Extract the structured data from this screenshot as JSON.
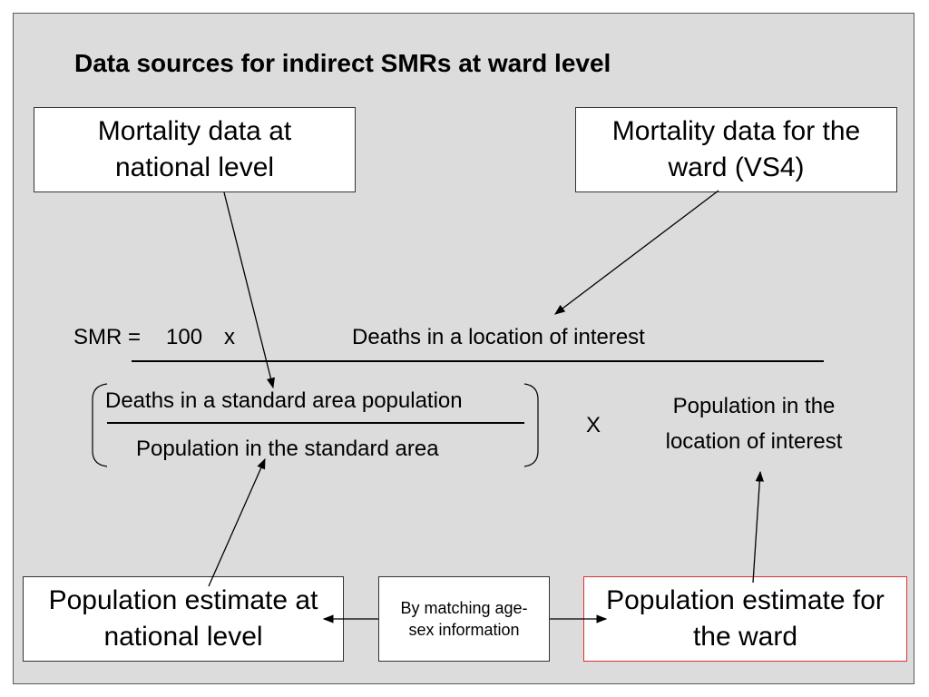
{
  "title": "Data sources for indirect SMRs at ward level",
  "boxes": {
    "mortality_national": "Mortality data at national level",
    "mortality_ward": "Mortality data for the ward (VS4)",
    "population_national": "Population estimate at national level",
    "matching": "By matching age-sex information",
    "population_ward": "Population estimate for the ward"
  },
  "formula": {
    "smr_label": "SMR =",
    "multiplier": "100",
    "times_symbol": "x",
    "numerator": "Deaths in a location of interest",
    "inner_numerator": "Deaths in a standard area population",
    "inner_denominator": "Population in the standard area",
    "times_symbol_2": "X",
    "location_population": "Population in the location of interest"
  },
  "colors": {
    "slide_background": "#dcdcdc",
    "ward_box_border": "#e03030",
    "arrow": "#000000"
  }
}
